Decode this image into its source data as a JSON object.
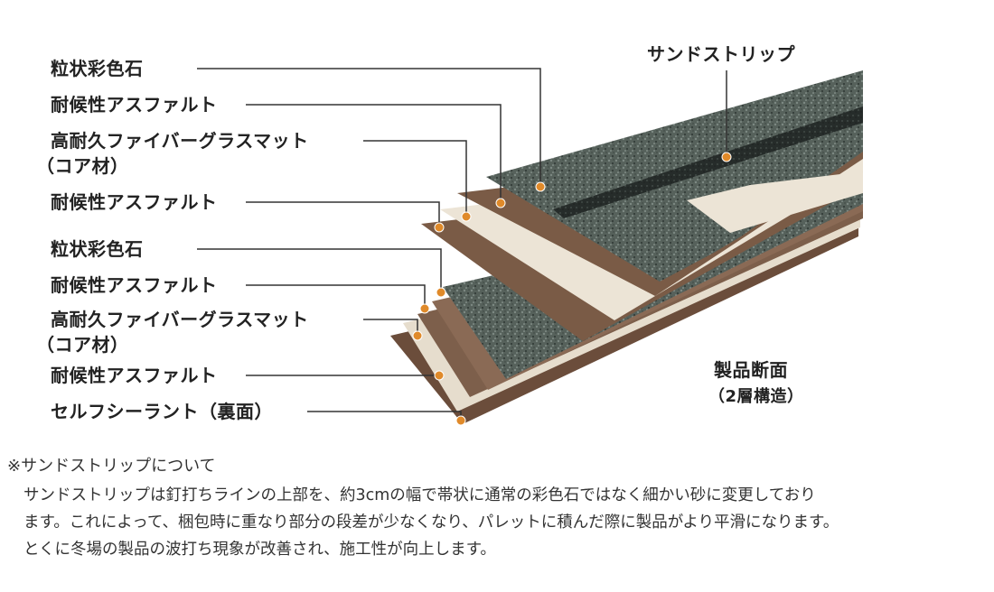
{
  "labels": {
    "upper_stone": "粒状彩色石",
    "upper_asphalt": "耐候性アスファルト",
    "upper_fiber": "高耐久ファイバーグラスマット",
    "upper_fiber_sub": "（コア材）",
    "upper_asphalt_bottom": "耐候性アスファルト",
    "lower_stone": "粒状彩色石",
    "lower_asphalt": "耐候性アスファルト",
    "lower_fiber": "高耐久ファイバーグラスマット",
    "lower_fiber_sub": "（コア材）",
    "lower_asphalt_bottom": "耐候性アスファルト",
    "sealant": "セルフシーラント（裏面）",
    "sand_strip": "サンドストリップ",
    "section_title": "製品断面",
    "section_sub": "（2層構造）"
  },
  "note": {
    "heading": "※サンドストリップについて",
    "line1": "サンドストリップは釘打ちラインの上部を、約3cmの幅で帯状に通常の彩色石ではなく細かい砂に変更しており",
    "line2": "ます。これによって、梱包時に重なり部分の段差が少なくなり、パレットに積んだ際に製品がより平滑になります。",
    "line3": "とくに冬場の製品の波打ち現象が改善され、施工性が向上します。"
  },
  "colors": {
    "stone": "#4f5a55",
    "stone_dark": "#2f3834",
    "asphalt": "#7a5b46",
    "asphalt_dark": "#5e4333",
    "core": "#ece4d6",
    "sand_strip": "#2a2f2d",
    "dot": "#e08a2a",
    "leader": "#333333"
  }
}
